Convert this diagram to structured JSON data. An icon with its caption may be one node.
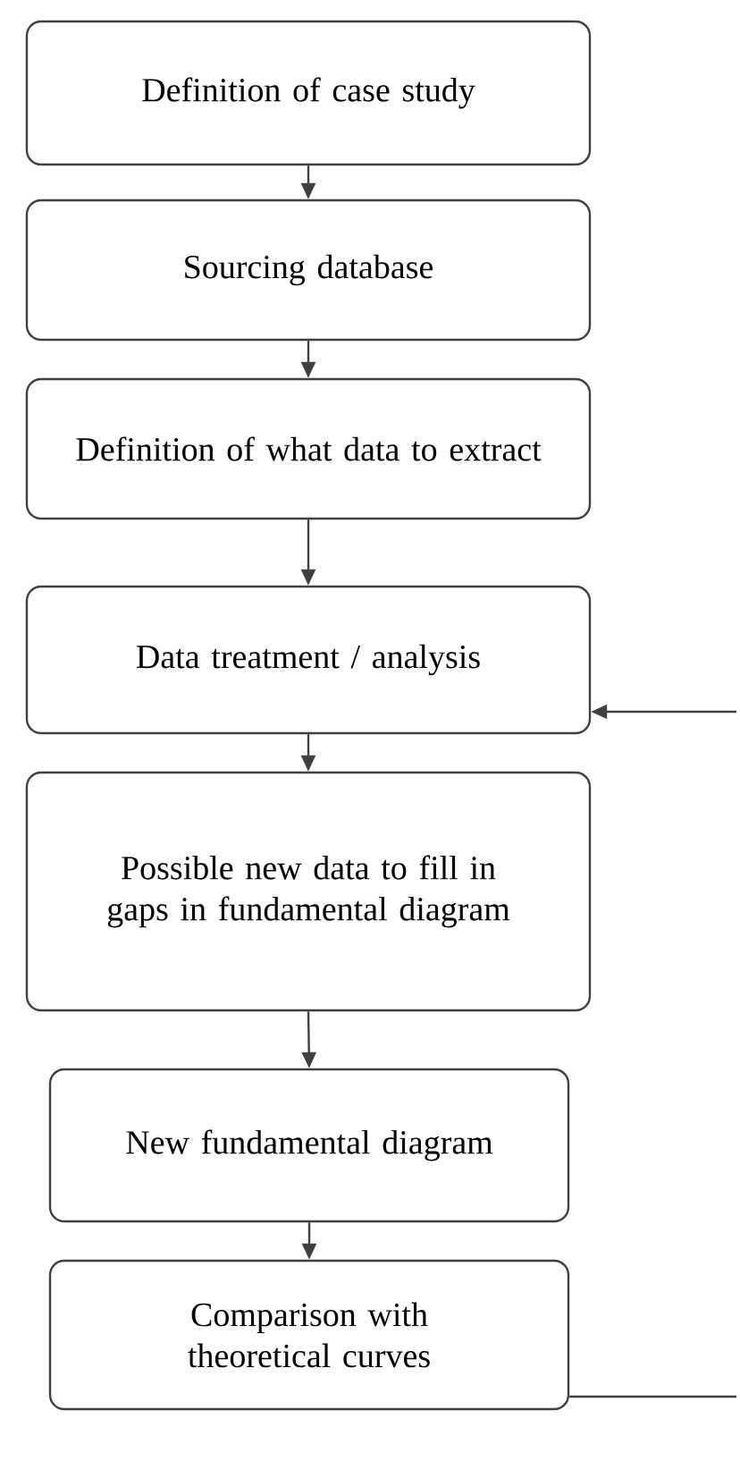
{
  "diagram": {
    "nodes": [
      {
        "text": [
          "Definition of case study"
        ]
      },
      {
        "text": [
          "Sourcing database"
        ]
      },
      {
        "text": [
          "Definition of what data to extract"
        ]
      },
      {
        "text": [
          "Data treatment / analysis"
        ]
      },
      {
        "text": [
          "Possible new data to fill in gaps in fundamental diagram"
        ]
      },
      {
        "text": [
          "New fundamental diagram"
        ]
      },
      {
        "text": [
          "Comparison with theoretical curves"
        ]
      }
    ],
    "edges": [
      {
        "from": 0,
        "to": 1,
        "arrow": "to"
      },
      {
        "from": 1,
        "to": 2,
        "arrow": "to"
      },
      {
        "from": 2,
        "to": 3,
        "arrow": "to"
      },
      {
        "from": 3,
        "to": 4,
        "arrow": "to"
      },
      {
        "from": 4,
        "to": 5,
        "arrow": "to"
      },
      {
        "from": 5,
        "to": 6,
        "arrow": "to"
      },
      {
        "from": null,
        "to": 3,
        "arrow": "to"
      },
      {
        "from": 6,
        "to": null,
        "arrow": "none"
      }
    ]
  }
}
